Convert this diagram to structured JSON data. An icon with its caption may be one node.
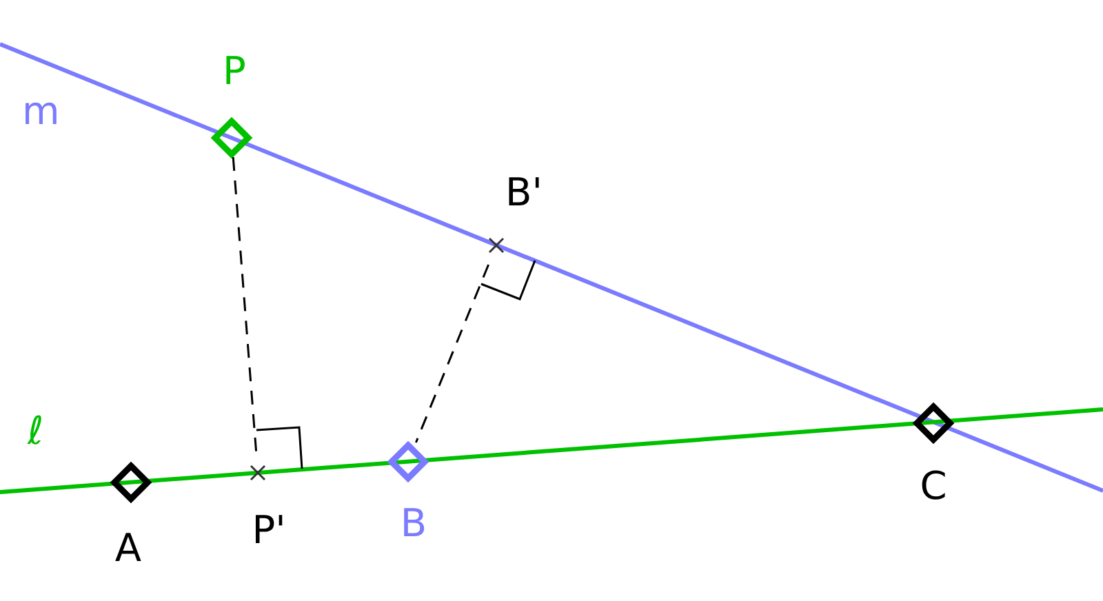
{
  "diagram": {
    "nodes": [
      {
        "text": [
          "P"
        ]
      },
      {
        "text": [
          "B'"
        ]
      },
      {
        "text": [
          "A"
        ]
      },
      {
        "text": [
          "P'"
        ]
      },
      {
        "text": [
          "B"
        ]
      },
      {
        "text": [
          "C"
        ]
      }
    ],
    "edges": [
      {
        "from": 0,
        "to": 3,
        "arrow": "none",
        "style": "dashed"
      },
      {
        "from": 1,
        "to": 4,
        "arrow": "none",
        "style": "dashed"
      }
    ],
    "labels": [
      "m",
      "ℓ"
    ]
  }
}
